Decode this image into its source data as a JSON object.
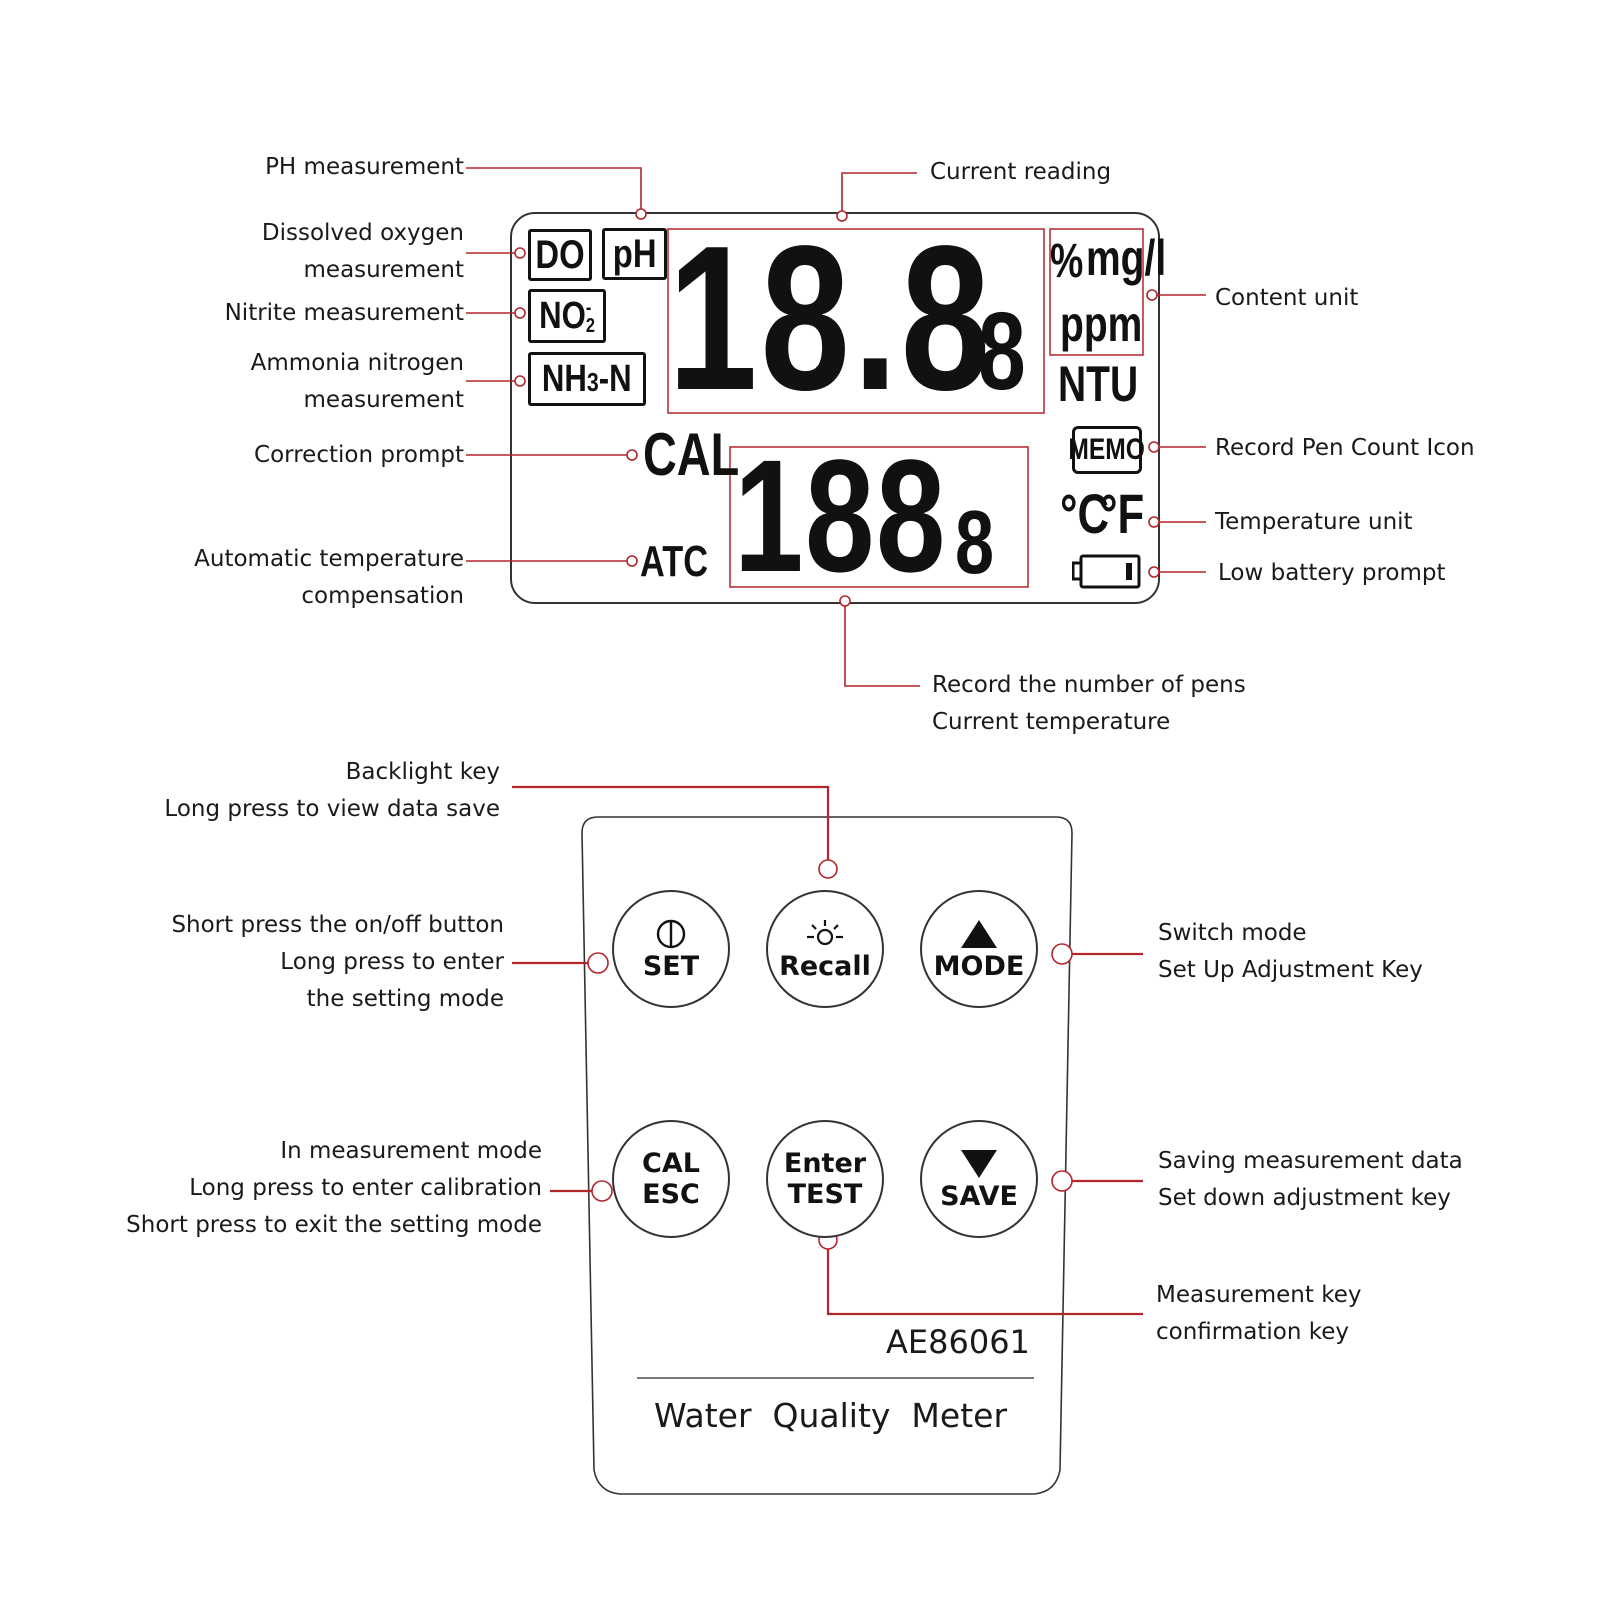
{
  "annotations_left": {
    "ph": "PH measurement",
    "dissolved_oxygen": [
      "Dissolved oxygen",
      "measurement"
    ],
    "nitrite": "Nitrite measurement",
    "ammonia": [
      "Ammonia nitrogen",
      "measurement"
    ],
    "correction": "Correction prompt",
    "atc": [
      "Automatic temperature",
      "compensation"
    ]
  },
  "annotations_right": {
    "current_reading": "Current reading",
    "content_unit": "Content unit",
    "memo_icon": "Record Pen Count Icon",
    "temp_unit": "Temperature unit",
    "low_battery": "Low battery prompt",
    "bottom_readout": [
      "Record the number of pens",
      "Current temperature"
    ]
  },
  "lcd": {
    "tags": {
      "do": "DO",
      "ph": "pH",
      "no2": "NO",
      "no2_sup": "-",
      "no2_sub": "2",
      "nh3": "NH",
      "nh3_sub": "3",
      "nh3_suffix": "-N"
    },
    "main_reading": "18.8",
    "main_small_digit": "8",
    "units": {
      "percent": "%",
      "mgl": "mg/l",
      "ppm": "ppm",
      "ntu": "NTU"
    },
    "cal": "CAL",
    "atc": "ATC",
    "secondary_reading": "188",
    "secondary_small_digit": "8",
    "memo": "MEMO",
    "deg_c": "°C",
    "deg_f": "°F"
  },
  "keypad_annotations": {
    "backlight": [
      "Backlight key",
      "Long press to view data save"
    ],
    "set": [
      "Short press the on/off button",
      "Long press to enter",
      "the setting mode"
    ],
    "mode": [
      "Switch mode",
      "Set Up Adjustment Key"
    ],
    "cal": [
      "In measurement mode",
      "Long press to enter calibration",
      "Short press to exit the setting mode"
    ],
    "save": [
      "Saving measurement data",
      "Set down adjustment key"
    ],
    "enter": [
      "Measurement key",
      "confirmation key"
    ]
  },
  "buttons": {
    "set": "SET",
    "recall": "Recall",
    "mode": "MODE",
    "cal": [
      "CAL",
      "ESC"
    ],
    "enter": [
      "Enter",
      "TEST"
    ],
    "save": "SAVE"
  },
  "device": {
    "model": "AE86061",
    "name": "Water  Quality  Meter"
  },
  "colors": {
    "leader": "#b3262b",
    "outline": "#333333",
    "segment": "#111111"
  },
  "icons": [
    "power-icon",
    "sun-icon",
    "triangle-up-icon",
    "triangle-down-icon",
    "battery-icon"
  ]
}
